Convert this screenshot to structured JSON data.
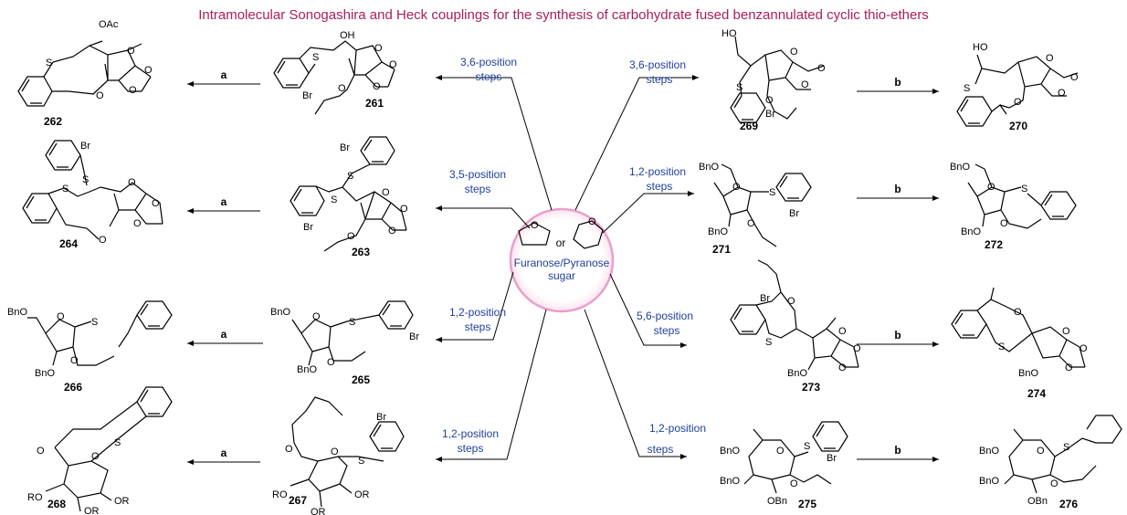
{
  "title": "Intramolecular Sonogashira and Heck couplings for the synthesis of carbohydrate fused benzannulated cyclic thio-ethers",
  "center": {
    "line1": "Furanose/Pyranose",
    "line2": "sugar",
    "or": "or"
  },
  "steps_word": "steps",
  "routes": {
    "r1": {
      "position": "3,6-position",
      "reagent": "a",
      "start": "261",
      "product": "262"
    },
    "r2": {
      "position": "3,5-position",
      "reagent": "a",
      "start": "263",
      "product": "264"
    },
    "r3": {
      "position": "1,2-position",
      "reagent": "a",
      "start": "265",
      "product": "266"
    },
    "r4": {
      "position": "1,2-position",
      "reagent": "a",
      "start": "267",
      "product": "268"
    },
    "r5": {
      "position": "3,6-position",
      "reagent": "b",
      "start": "269",
      "product": "270"
    },
    "r6": {
      "position": "1,2-position",
      "reagent": "b",
      "start": "271",
      "product": "272"
    },
    "r7": {
      "position": "5,6-position",
      "reagent": "b",
      "start": "273",
      "product": "274"
    },
    "r8": {
      "position": "1,2-position",
      "reagent": "b",
      "start": "275",
      "product": "276"
    }
  },
  "atoms": {
    "oac": "OAc",
    "oh": "OH",
    "ho": "HO",
    "s": "S",
    "o": "O",
    "br": "Br",
    "bno": "BnO",
    "obn": "OBn",
    "ro": "RO",
    "or_sub": "OR"
  },
  "colors": {
    "title": "#a8205a",
    "labels": "#1f3f9a",
    "circle": "#e9a0c8"
  }
}
